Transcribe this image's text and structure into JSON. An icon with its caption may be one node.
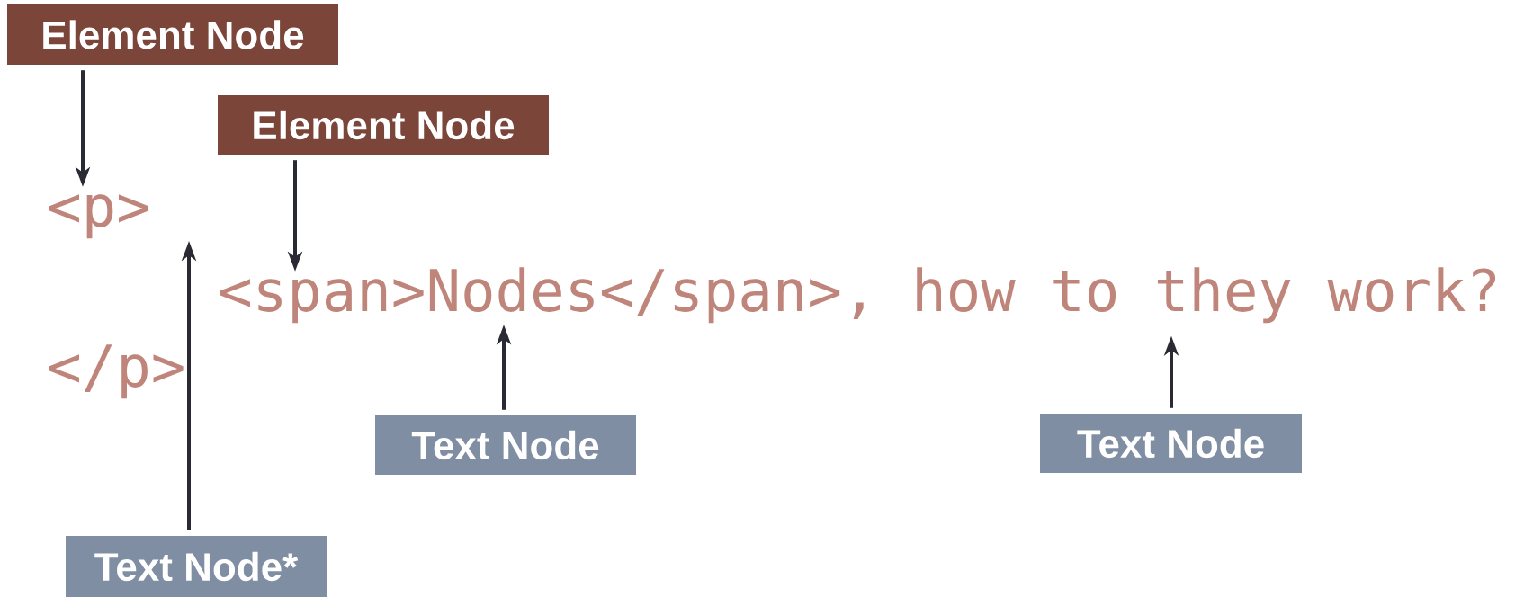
{
  "diagram": {
    "nodes": [
      {
        "text": [
          "Element Node"
        ]
      },
      {
        "text": [
          "Element Node"
        ]
      },
      {
        "text": [
          "<p>"
        ]
      },
      {
        "text": [
          "<span>"
        ]
      },
      {
        "text": [
          "Nodes"
        ]
      },
      {
        "text": [
          "</span>"
        ]
      },
      {
        "text": [
          ", how to they work?"
        ]
      },
      {
        "text": [
          "</p>"
        ]
      },
      {
        "text": [
          "Text Node"
        ]
      },
      {
        "text": [
          "Text Node"
        ]
      },
      {
        "text": [
          "Text Node*"
        ]
      }
    ],
    "edges": [
      {
        "from": 0,
        "to": 2,
        "arrow": "to"
      },
      {
        "from": 1,
        "to": 3,
        "arrow": "to"
      },
      {
        "from": 8,
        "to": 4,
        "arrow": "to"
      },
      {
        "from": 9,
        "to": 6,
        "arrow": "to"
      },
      {
        "from": 10,
        "to": null,
        "arrow": "to"
      }
    ]
  }
}
